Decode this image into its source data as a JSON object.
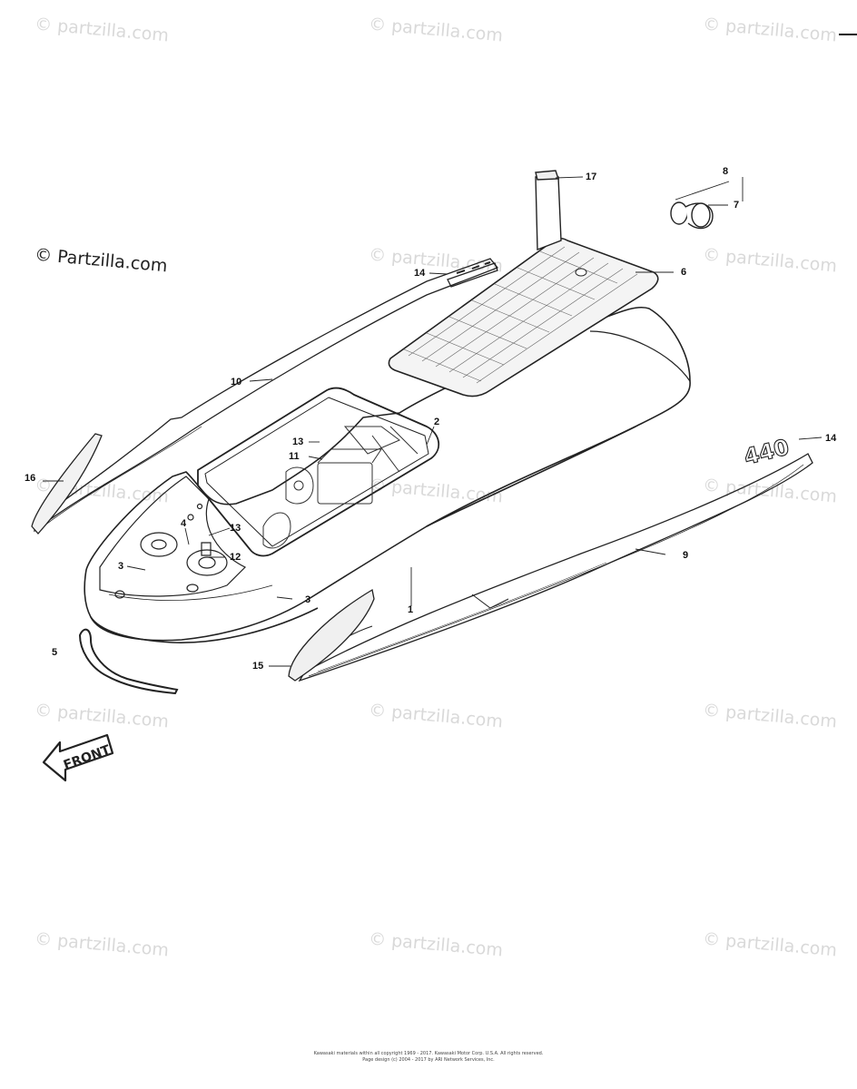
{
  "watermark": {
    "text": "© partzilla.com",
    "prominent_text": "© Partzilla.com"
  },
  "callouts": {
    "c1": "1",
    "c2": "2",
    "c3a": "3",
    "c3b": "3",
    "c4": "4",
    "c5": "5",
    "c6": "6",
    "c7": "7",
    "c8": "8",
    "c9": "9",
    "c10": "10",
    "c11": "11",
    "c12": "12",
    "c13a": "13",
    "c13b": "13",
    "c14a": "14",
    "c14b": "14",
    "c15": "15",
    "c16": "16",
    "c17": "17"
  },
  "labels": {
    "front_arrow": "FRONT",
    "emblem": "440"
  },
  "footer": {
    "line1": "Kawasaki materials within all copyright 1969 - 2017. Kawasaki Motor Corp. U.S.A. All rights reserved.",
    "line2": "Page design (c) 2004 - 2017 by ARI Network Services, Inc."
  }
}
